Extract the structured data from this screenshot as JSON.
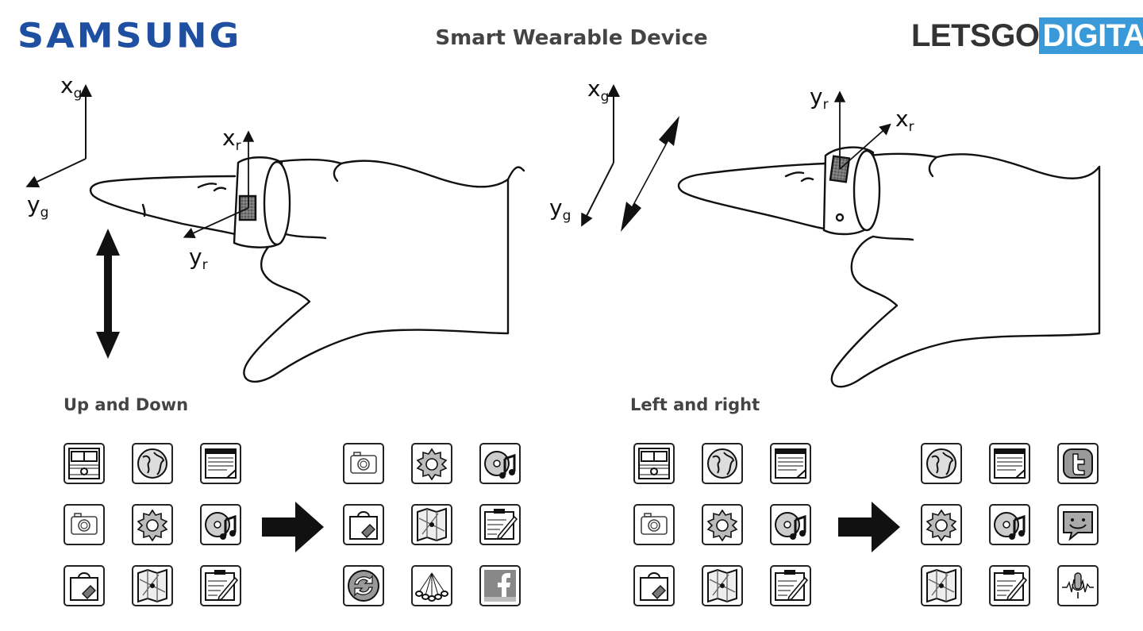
{
  "header": {
    "brand_left": "SAMSUNG",
    "title": "Smart Wearable Device",
    "brand_right_a": "LETSGO",
    "brand_right_b": "DIGITAL"
  },
  "colors": {
    "samsung_blue": "#1f4fa0",
    "letsgo_blue": "#3a9ad9",
    "ink": "#111111"
  },
  "panels": {
    "left": {
      "label": "Up and Down",
      "axes": {
        "xg": "x",
        "xg_sub": "g",
        "yg": "y",
        "yg_sub": "g",
        "xr": "x",
        "xr_sub": "r",
        "yr": "y",
        "yr_sub": "r"
      },
      "motion": "up-down-double-arrow-icon",
      "grid_before": [
        "radio-icon",
        "globe-icon",
        "notepad-icon",
        "camera-icon",
        "gear-icon",
        "music-cd-icon",
        "shopping-bag-icon",
        "map-icon",
        "notes-pencil-icon"
      ],
      "grid_after": [
        "camera-icon",
        "gear-icon",
        "music-cd-icon",
        "shopping-bag-icon",
        "map-icon",
        "notes-pencil-icon",
        "sync-icon",
        "network-icon",
        "facebook-icon"
      ]
    },
    "right": {
      "label": "Left and right",
      "axes": {
        "xg": "x",
        "xg_sub": "g",
        "yg": "y",
        "yg_sub": "g",
        "xr": "x",
        "xr_sub": "r",
        "yr": "y",
        "yr_sub": "r"
      },
      "motion": "diagonal-double-arrow-icon",
      "grid_before": [
        "radio-icon",
        "globe-icon",
        "notepad-icon",
        "camera-icon",
        "gear-icon",
        "music-cd-icon",
        "shopping-bag-icon",
        "map-icon",
        "notes-pencil-icon"
      ],
      "grid_after": [
        "globe-icon",
        "notepad-icon",
        "twitter-icon",
        "gear-icon",
        "music-cd-icon",
        "chat-smiley-icon",
        "map-icon",
        "notes-pencil-icon",
        "microphone-icon"
      ]
    }
  }
}
